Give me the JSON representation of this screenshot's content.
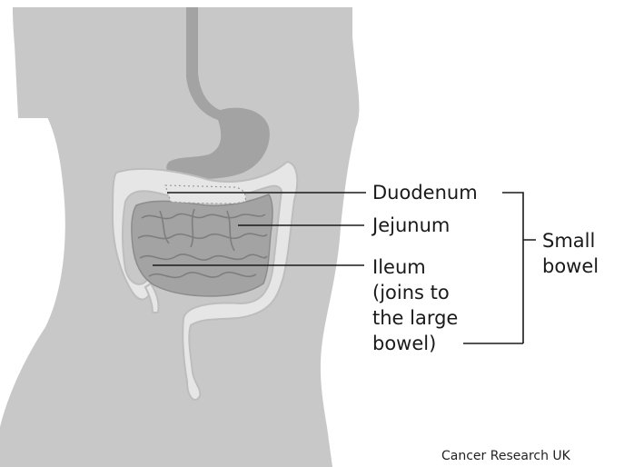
{
  "labels": {
    "duodenum": "Duodenum",
    "jejunum": "Jejunum",
    "ileum_lines": [
      "Ileum",
      "(joins to",
      "the large",
      "bowel)"
    ],
    "group_lines": [
      "Small",
      "bowel"
    ]
  },
  "credit": "Cancer Research UK",
  "colors": {
    "body": "#c8c8c8",
    "organ": "#a3a3a3",
    "colon": "#e6e6e6",
    "colon_outline": "#bdbdbd",
    "text": "#1a1a1a"
  }
}
